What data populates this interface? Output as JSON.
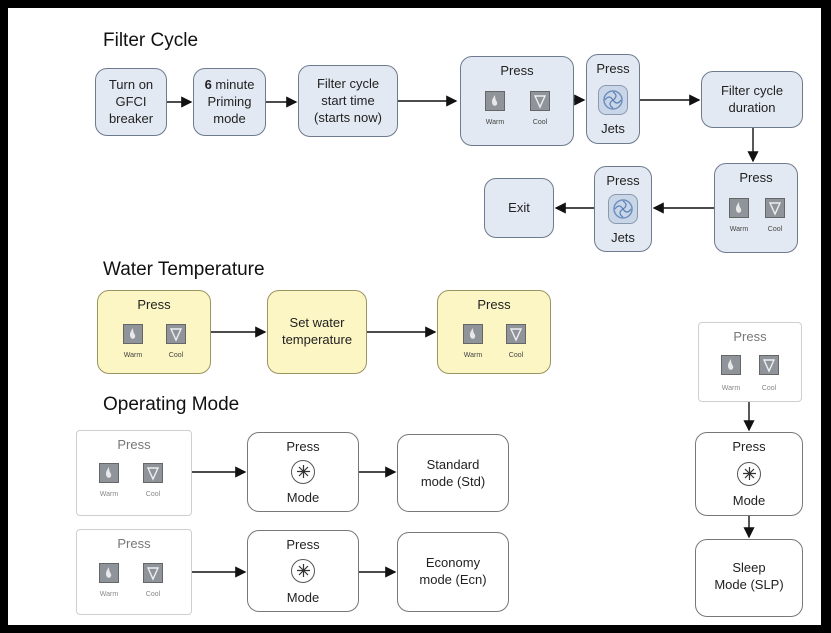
{
  "sections": {
    "filter_cycle": "Filter Cycle",
    "water_temperature": "Water Temperature",
    "operating_mode": "Operating Mode"
  },
  "filter": {
    "gfci": [
      "Turn on",
      "GFCI",
      "breaker"
    ],
    "priming_number": "6",
    "priming_rest": " minute",
    "priming_lines": [
      "Priming",
      "mode"
    ],
    "start": [
      "Filter cycle",
      "start time",
      "(starts now)"
    ],
    "press": "Press",
    "warm": "Warm",
    "cool": "Cool",
    "jets": "Jets",
    "duration": [
      "Filter cycle",
      "duration"
    ],
    "exit": "Exit"
  },
  "water": {
    "press": "Press",
    "warm": "Warm",
    "cool": "Cool",
    "set": [
      "Set water",
      "temperature"
    ]
  },
  "mode": {
    "press": "Press",
    "warm": "Warm",
    "cool": "Cool",
    "mode_label": "Mode",
    "standard": [
      "Standard",
      "mode (Std)"
    ],
    "economy": [
      "Economy",
      "mode (Ecn)"
    ],
    "sleep": [
      "Sleep",
      "Mode (SLP)"
    ]
  },
  "icons": {
    "warm": "warm-button-icon",
    "cool": "cool-button-icon",
    "jets": "jets-button-icon",
    "mode": "mode-button-icon"
  },
  "colors": {
    "filter_boxes": "#e3e9f2",
    "water_boxes": "#fbf6c4",
    "mode_boxes": "#ffffff",
    "frame": "#000000"
  }
}
